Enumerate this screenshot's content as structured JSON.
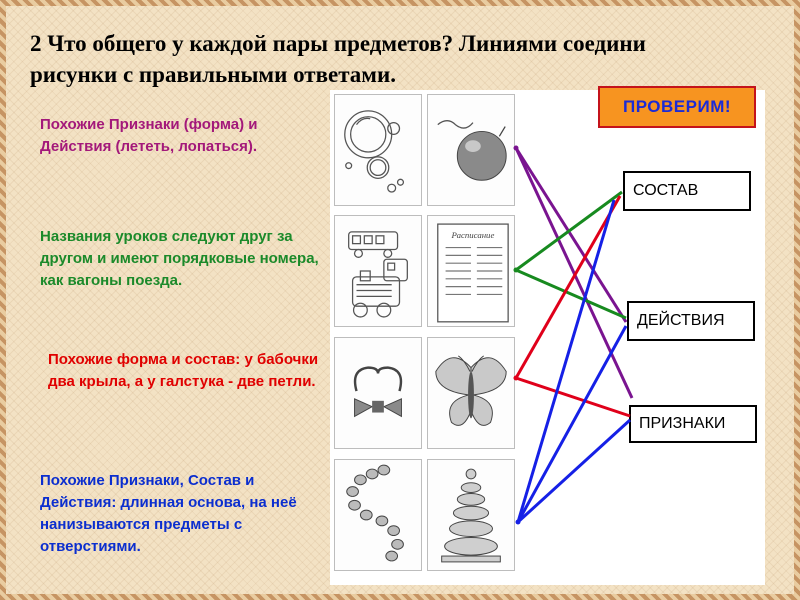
{
  "slide": {
    "title": "2 Что общего у каждой пары предметов? Линиями соедини рисунки с правильными ответами.",
    "check_button": "ПРОВЕРИМ!"
  },
  "descriptions": [
    {
      "text": "Похожие Признаки (форма) и Действия (лететь, лопаться).",
      "color": "#a3187a"
    },
    {
      "text": "Названия уроков следуют друг за другом и имеют порядковые номера, как вагоны поезда.",
      "color": "#1b8a2a"
    },
    {
      "text": "Похожие форма и состав: у бабочки два крыла, а у галстука - две петли.",
      "color": "#e00000"
    },
    {
      "text": "Похожие Признаки, Состав и Действия: длинная основа, на неё нанизываются предметы с отверстиями.",
      "color": "#0b2ecf"
    }
  ],
  "answers": [
    "СОСТАВ",
    "ДЕЙСТВИЯ",
    "ПРИЗНАКИ"
  ],
  "pictures": {
    "row1": [
      "soap-bubbles",
      "balloon"
    ],
    "row2": [
      "toy-train",
      "timetable"
    ],
    "row3": [
      "bow-tie",
      "butterfly"
    ],
    "row4": [
      "beads",
      "pyramid-toy"
    ],
    "timetable_heading": "Расписание"
  },
  "line_colors": {
    "purple": "#7a1490",
    "green": "#178a1f",
    "red": "#e0001a",
    "blue": "#1520e6"
  }
}
